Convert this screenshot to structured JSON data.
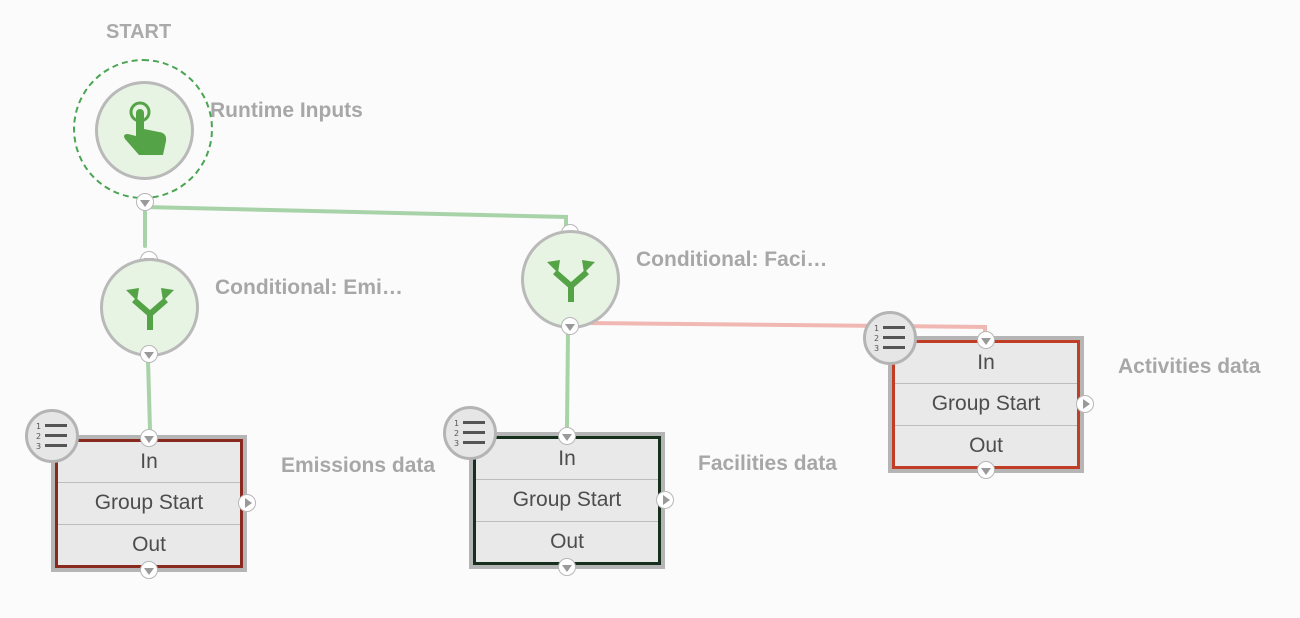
{
  "start": {
    "label": "START",
    "node_label": "Runtime Inputs",
    "icon": "hand-pointer-icon"
  },
  "conditionals": [
    {
      "label": "Conditional: Emi…",
      "icon": "split-arrows-icon"
    },
    {
      "label": "Conditional: Faci…",
      "icon": "split-arrows-icon"
    }
  ],
  "groups": [
    {
      "label": "Emissions data",
      "rows": [
        "In",
        "Group Start",
        "Out"
      ],
      "badge_icon": "numbered-list-icon"
    },
    {
      "label": "Facilities data",
      "rows": [
        "In",
        "Group Start",
        "Out"
      ],
      "badge_icon": "numbered-list-icon"
    },
    {
      "label": "Activities data",
      "rows": [
        "In",
        "Group Start",
        "Out"
      ],
      "badge_icon": "numbered-list-icon"
    }
  ],
  "colors": {
    "edge_success": "#a8d3a8",
    "edge_failure": "#f1b7b2",
    "node_fill": "#e7f4e3",
    "icon_green": "#55a347"
  }
}
